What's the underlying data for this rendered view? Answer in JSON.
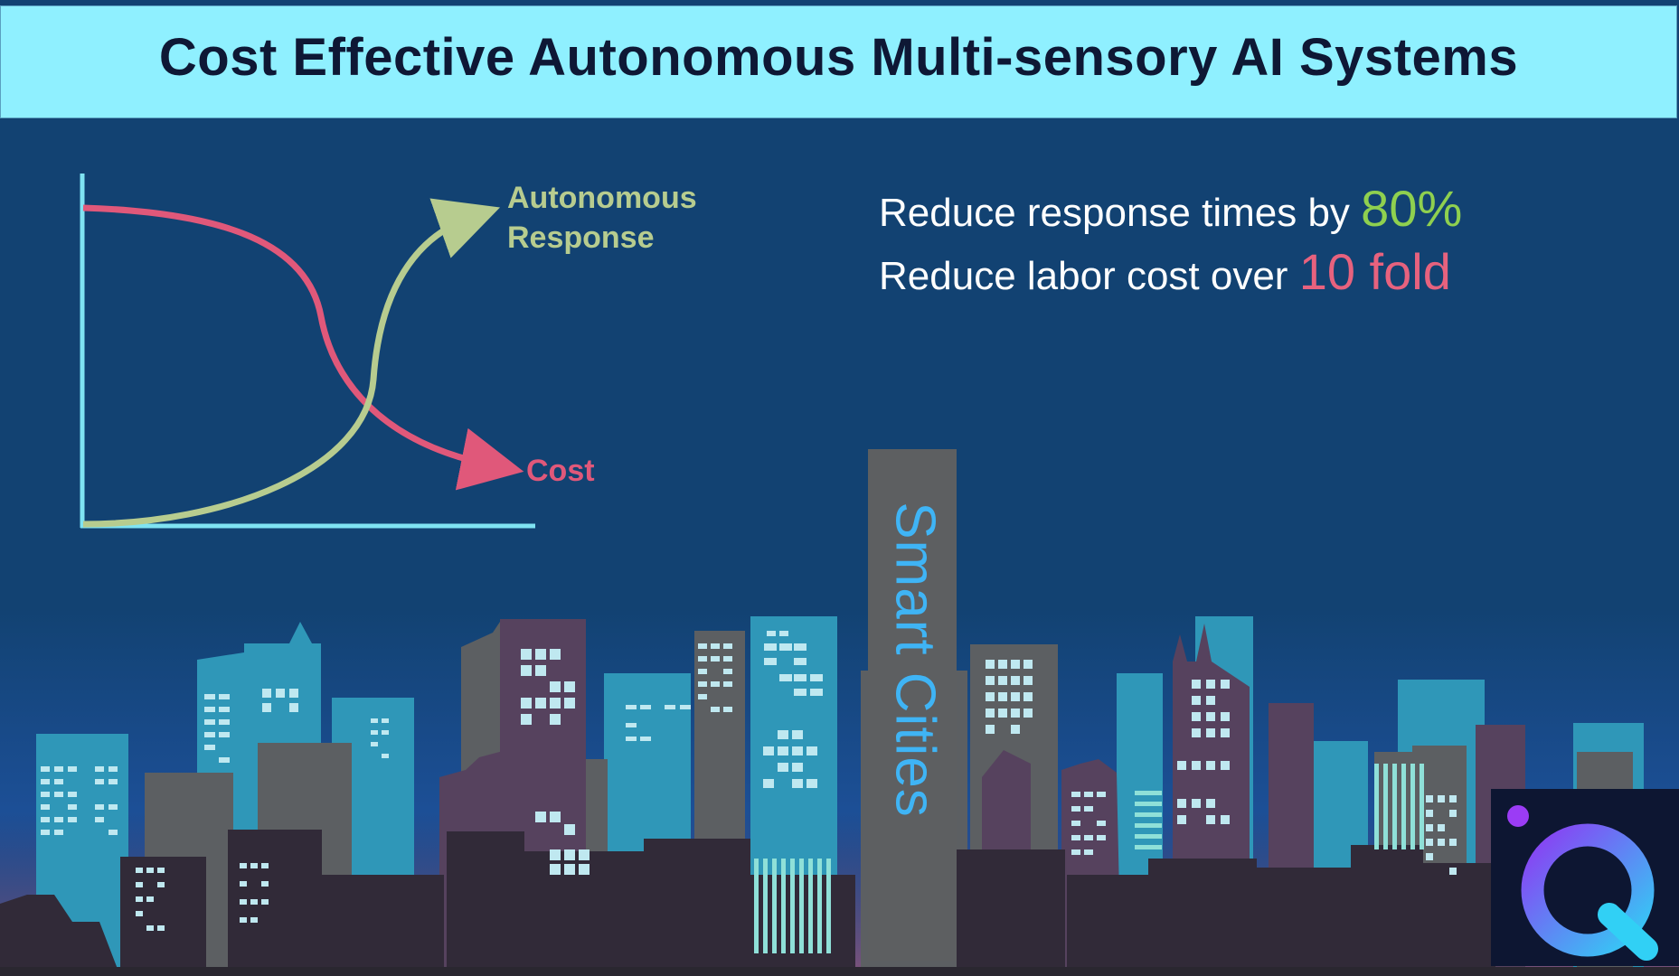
{
  "title": "Cost Effective Autonomous Multi-sensory AI Systems",
  "stats": [
    {
      "text": "Reduce response times by",
      "highlight": "80%",
      "color": "#8fd04f"
    },
    {
      "text": "Reduce labor cost over",
      "highlight": "10 fold",
      "color": "#e7627e"
    }
  ],
  "curve_labels": {
    "autonomous": [
      "Autonomous",
      "Response"
    ],
    "cost": "Cost"
  },
  "tower_label": "Smart Cities",
  "logo": {
    "letter_icon": "q-logo-icon"
  },
  "colors": {
    "background": "#124272",
    "title_bar": "#8ff0ff",
    "axis": "#7fe3f2",
    "autonomous_curve": "#b7cc8f",
    "cost_curve": "#e0587a"
  }
}
